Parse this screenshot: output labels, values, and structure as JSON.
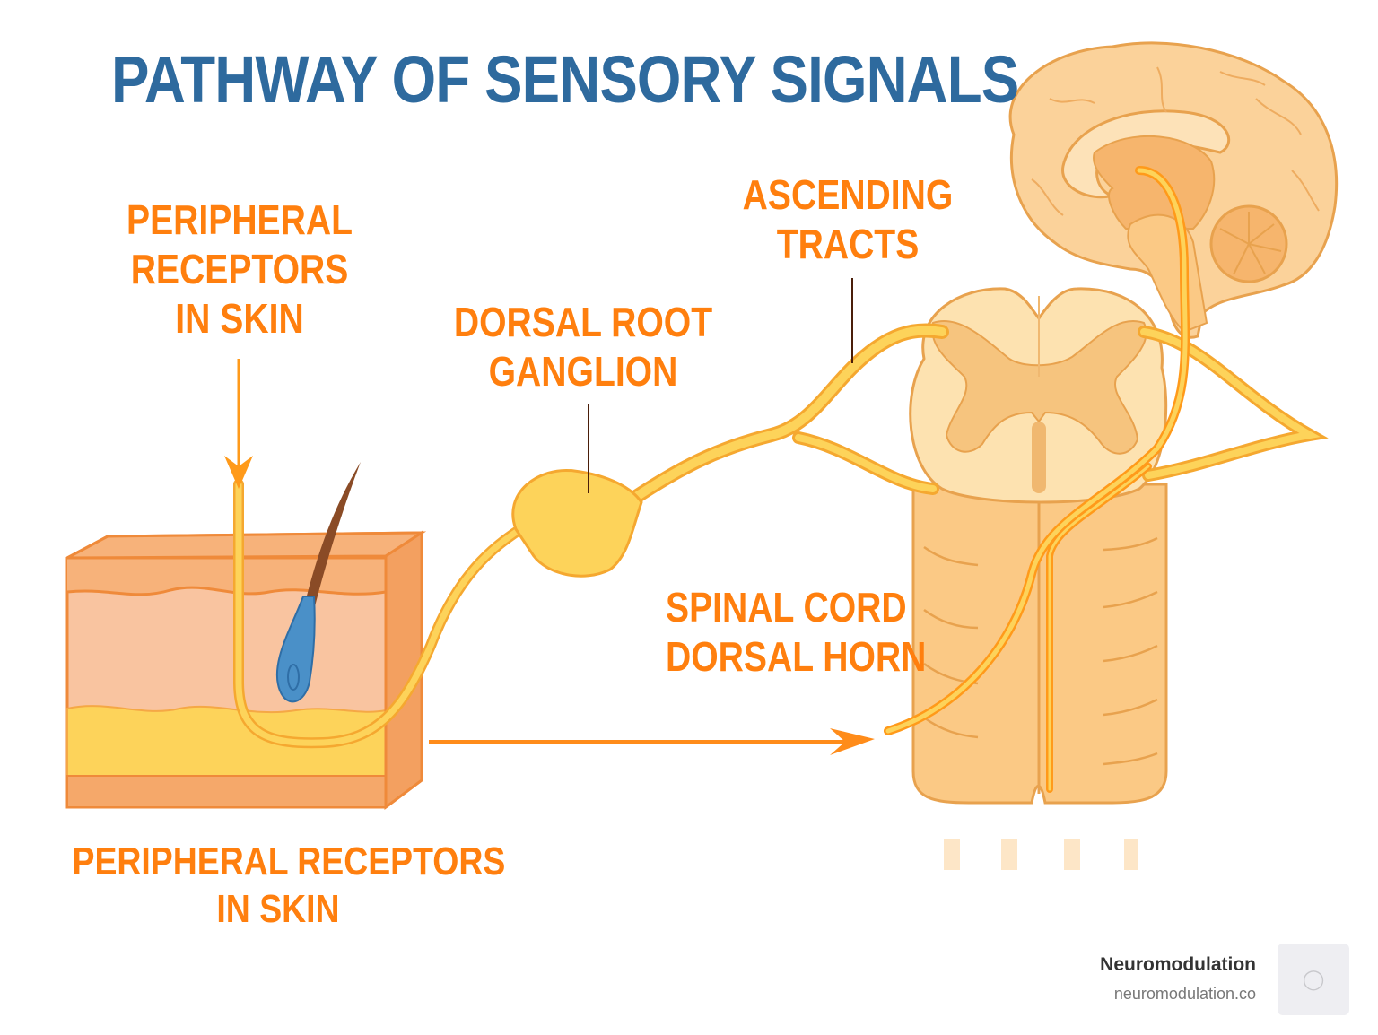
{
  "title": "PATHWAY OF SENSORY SIGNALS",
  "labels": {
    "peripheral_top": [
      "PERIPHERAL",
      "RECEPTORS",
      "IN SKIN"
    ],
    "dorsal_root_ganglion": [
      "DORSAL ROOT",
      "GANGLION"
    ],
    "ascending_tracts": [
      "ASCENDING",
      "TRACTS"
    ],
    "spinal_cord_dorsal_horn": [
      "SPINAL CORD",
      "DORSAL HORN"
    ],
    "peripheral_bottom": [
      "PERIPHERAL RECEPTORS",
      "IN SKIN"
    ]
  },
  "colors": {
    "title": "#2e6a9e",
    "label": "#ff7f0e",
    "nerve": "#fcc93a",
    "arrow": "#ff8c1a",
    "skin": "#f8b98a",
    "fat": "#fdd35a",
    "follicle": "#4a90c8",
    "hair": "#8a4b26",
    "spinal_cord": "#fbd9a0",
    "brain": "#fbd29a"
  },
  "icons": {
    "brand_logo": "bear-logo-icon"
  },
  "brand": {
    "name": "Neuromodulation",
    "url": "neuromodulation.co"
  }
}
